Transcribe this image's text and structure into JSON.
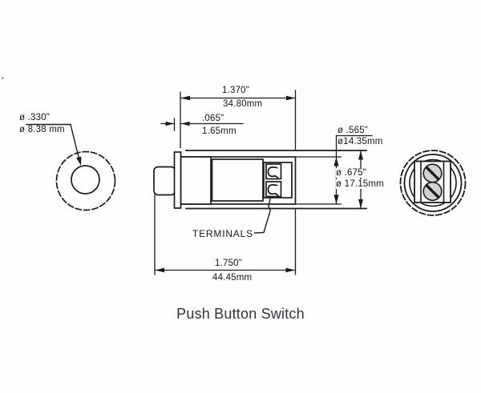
{
  "title": "Push Button Switch",
  "front_view": {
    "dia_in": "ø .330\"",
    "dia_mm": "ø 8.38 mm"
  },
  "side_view": {
    "terminals_label": "TERMINALS",
    "dim_body_length_in": "1.370\"",
    "dim_body_length_mm": "34.80mm",
    "dim_flange_in": ".065\"",
    "dim_flange_mm": "1.65mm",
    "dim_dia_inner_in": "ø .565\"",
    "dim_dia_inner_mm": "ø14.35mm",
    "dim_dia_outer_in": "ø .675\"",
    "dim_dia_outer_mm": "ø 17.15mm",
    "dim_overall_length_in": "1.750\"",
    "dim_overall_length_mm": "44.45mm"
  },
  "colors": {
    "line": "#1c1c1c",
    "title_text": "#32324f",
    "screw_fill": "#d2d2d2",
    "background": "#fefefe"
  }
}
